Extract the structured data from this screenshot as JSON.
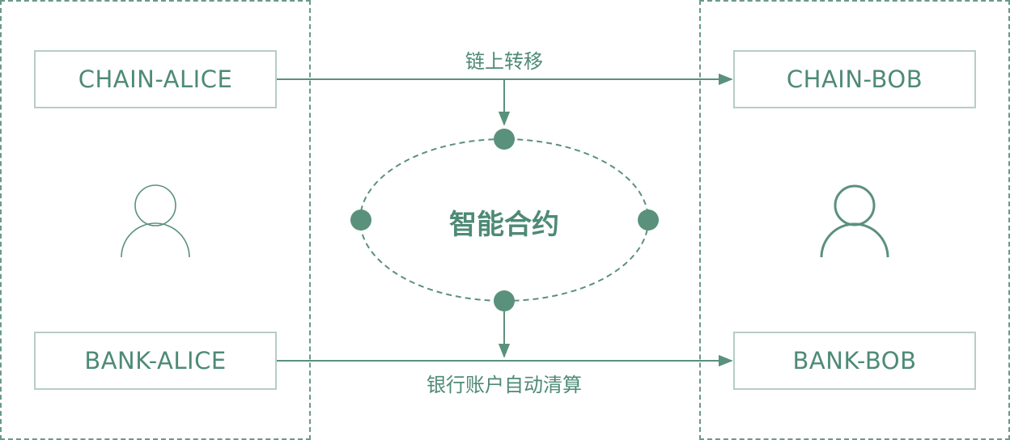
{
  "nodes": {
    "chain_alice": "CHAIN-ALICE",
    "bank_alice": "BANK-ALICE",
    "chain_bob": "CHAIN-BOB",
    "bank_bob": "BANK-BOB"
  },
  "labels": {
    "top_transfer": "链上转移",
    "bottom_transfer": "银行账户自动清算",
    "contract": "智能合约"
  },
  "colors": {
    "accent": "#5a917c",
    "border_light": "#b7cdc5",
    "text": "#4e8a75"
  },
  "icons": {
    "alice": "user-icon",
    "bob": "user-icon"
  }
}
